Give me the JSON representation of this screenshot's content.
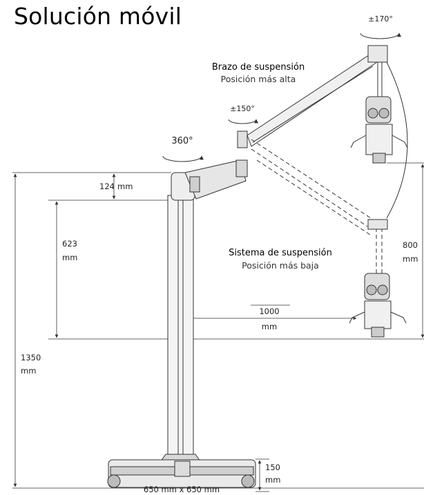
{
  "title": "Solución móvil",
  "labels": {
    "arm_title": "Brazo de suspensión",
    "arm_subtitle": "Posición más alta",
    "system_title": "Sistema de suspensión",
    "system_subtitle": "Posición más baja"
  },
  "angles": {
    "top_rotation": "±170°",
    "arm_rotation": "±150°",
    "column_rotation": "360°"
  },
  "dimensions": {
    "head_height": "124",
    "head_height_unit": "mm",
    "arm_drop": "623",
    "arm_drop_unit": "mm",
    "total_height": "1350",
    "total_height_unit": "mm",
    "vertical_travel": "800",
    "vertical_travel_unit": "mm",
    "reach": "1000",
    "reach_unit": "mm",
    "base_height": "150",
    "base_height_unit": "mm",
    "base_footprint": "650 mm x 650 mm"
  }
}
